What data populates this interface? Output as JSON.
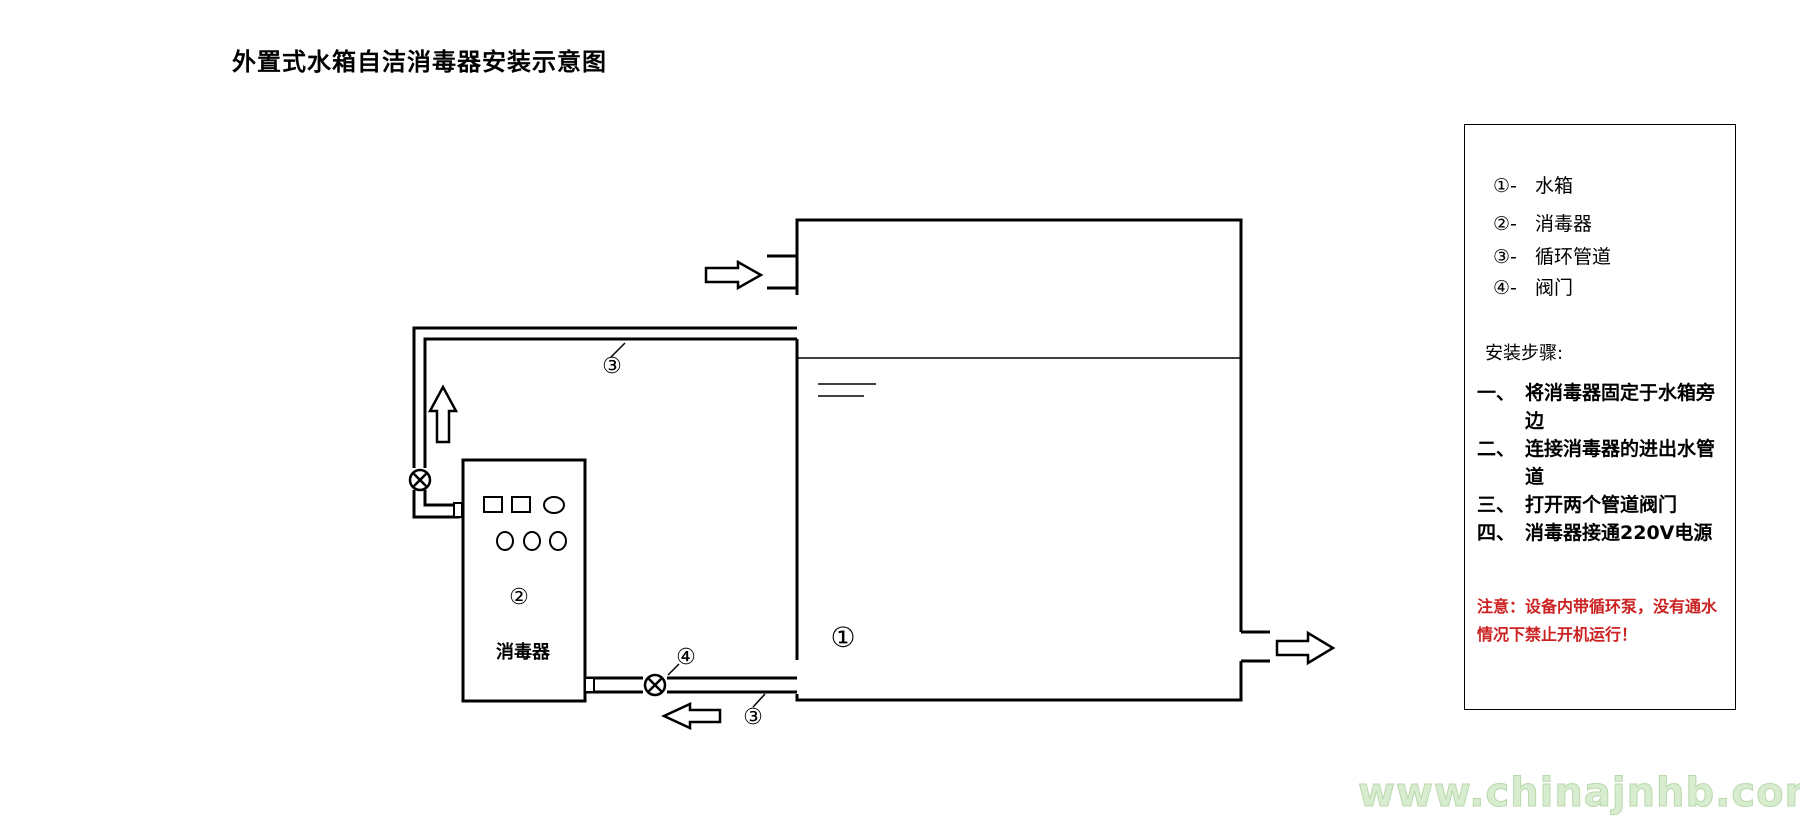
{
  "title": "外置式水箱自洁消毒器安装示意图",
  "diagram": {
    "tank_label": "①",
    "disinfector_label": "②",
    "disinfector_name": "消毒器",
    "pipe_label_top": "③",
    "pipe_label_bottom": "③",
    "valve_label": "④"
  },
  "legend": {
    "items": [
      {
        "num": "①-",
        "label": "水箱"
      },
      {
        "num": "②-",
        "label": "消毒器"
      },
      {
        "num": "③-",
        "label": "循环管道"
      },
      {
        "num": "④-",
        "label": "阀门"
      }
    ],
    "steps_title": "安装步骤:",
    "steps": [
      {
        "prefix": "一、",
        "text": "将消毒器固定于水箱旁边"
      },
      {
        "prefix": "二、",
        "text": "连接消毒器的进出水管道"
      },
      {
        "prefix": "三、",
        "text": "打开两个管道阀门"
      },
      {
        "prefix": "四、",
        "text": "消毒器接通220V电源"
      }
    ],
    "warning": "注意：设备内带循环泵，没有通水情况下禁止开机运行！"
  },
  "watermark": "www.chinajnhb.com"
}
